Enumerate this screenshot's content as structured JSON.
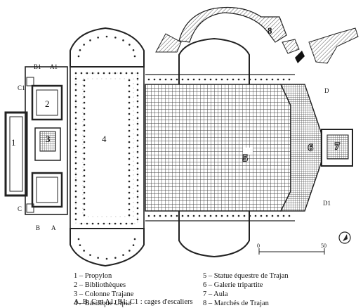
{
  "plan_labels": {
    "n1": "1",
    "n2": "2",
    "n3": "3",
    "n4": "4",
    "n5": "5",
    "n6": "6",
    "n7": "7",
    "n8": "8",
    "A": "A",
    "A1": "A1",
    "B": "B",
    "B1": "B1",
    "C": "C",
    "C1": "C1",
    "D": "D",
    "D1": "D1"
  },
  "scale_bar": {
    "zero": "0",
    "max": "50"
  },
  "legend": {
    "left": [
      "1 – Propylon",
      "2 – Bibliothèques",
      "3 – Colonne Trajane",
      "4 – Basilique Ulpia"
    ],
    "right": [
      "5 – Statue équestre de Trajan",
      "6 – Galerie tripartite",
      "7 – Aula",
      "8 – Marchés de Trajan"
    ],
    "note": "A, B, C et A1, B1, C1 : cages d'escaliers"
  }
}
